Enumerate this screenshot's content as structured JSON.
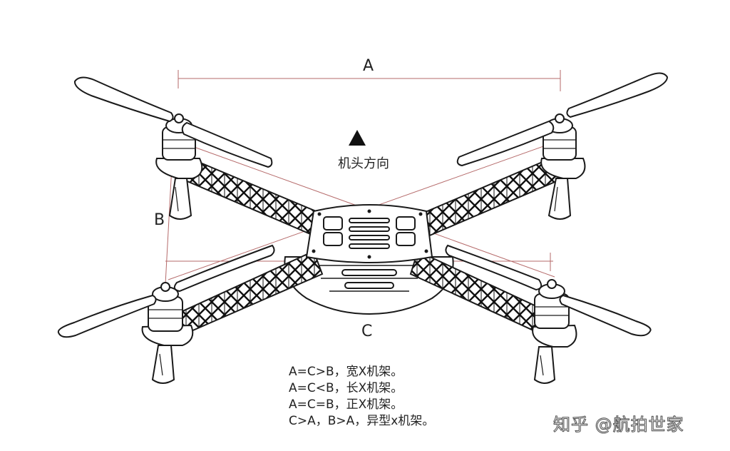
{
  "dimensions": {
    "a": "A",
    "b": "B",
    "c": "C"
  },
  "heading": {
    "label": "机头方向"
  },
  "rules": [
    "A=C>B，宽X机架。",
    "A=C<B，长X机架。",
    "A=C=B，正X机架。",
    "C>A，B>A，异型x机架。"
  ],
  "watermark": "知乎 @航拍世家",
  "colors": {
    "dimension_line": "#b56a6a",
    "outline": "#1a1a1a"
  }
}
